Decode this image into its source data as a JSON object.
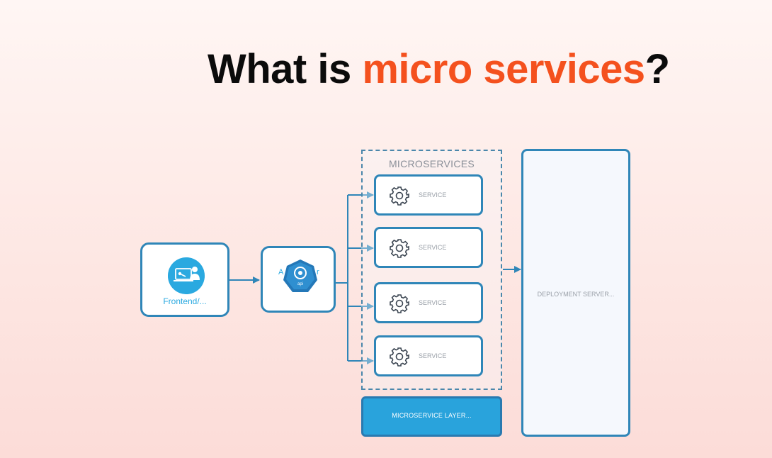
{
  "title": {
    "prefix": "What is ",
    "highlight": "micro services",
    "suffix": "?"
  },
  "colors": {
    "accent": "#f4511e",
    "node_border": "#2f86b8",
    "icon_blue": "#2aa9e0",
    "layer_fill": "#29a3dc"
  },
  "diagram": {
    "frontend": {
      "label": "Frontend/...",
      "icon": "user-laptop-icon"
    },
    "gateway": {
      "label_left": "A",
      "label_right": "r",
      "icon": "api-gateway-icon"
    },
    "microservices": {
      "title": "MICROSERVICES",
      "services": [
        {
          "label": "SERVICE",
          "icon": "gear-icon"
        },
        {
          "label": "SERVICE",
          "icon": "gear-icon"
        },
        {
          "label": "SERVICE",
          "icon": "gear-icon"
        },
        {
          "label": "SERVICE",
          "icon": "gear-icon"
        }
      ]
    },
    "layer": {
      "label": "MICROSERVICE LAYER..."
    },
    "deployment": {
      "label": "DEPLOYMENT SERVER..."
    }
  }
}
